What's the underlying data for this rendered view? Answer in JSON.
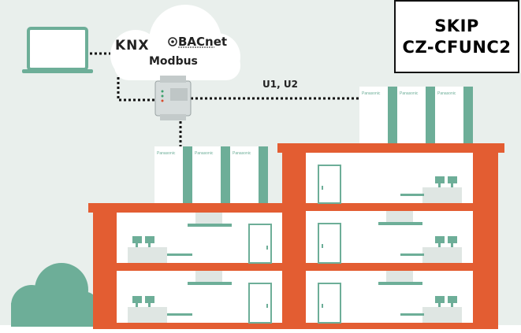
{
  "product": {
    "line1": "SKIP",
    "line2": "CZ-CFUNC2"
  },
  "protocols": {
    "knx": "KNX",
    "bacnet": "BACnet",
    "modbus": "Modbus"
  },
  "wire_label": "U1, U2",
  "brand": "Panasonic",
  "colors": {
    "wall": "#e35d32",
    "unit": "#6dae98",
    "background": "#e9efec",
    "bush": "#6dae98"
  }
}
